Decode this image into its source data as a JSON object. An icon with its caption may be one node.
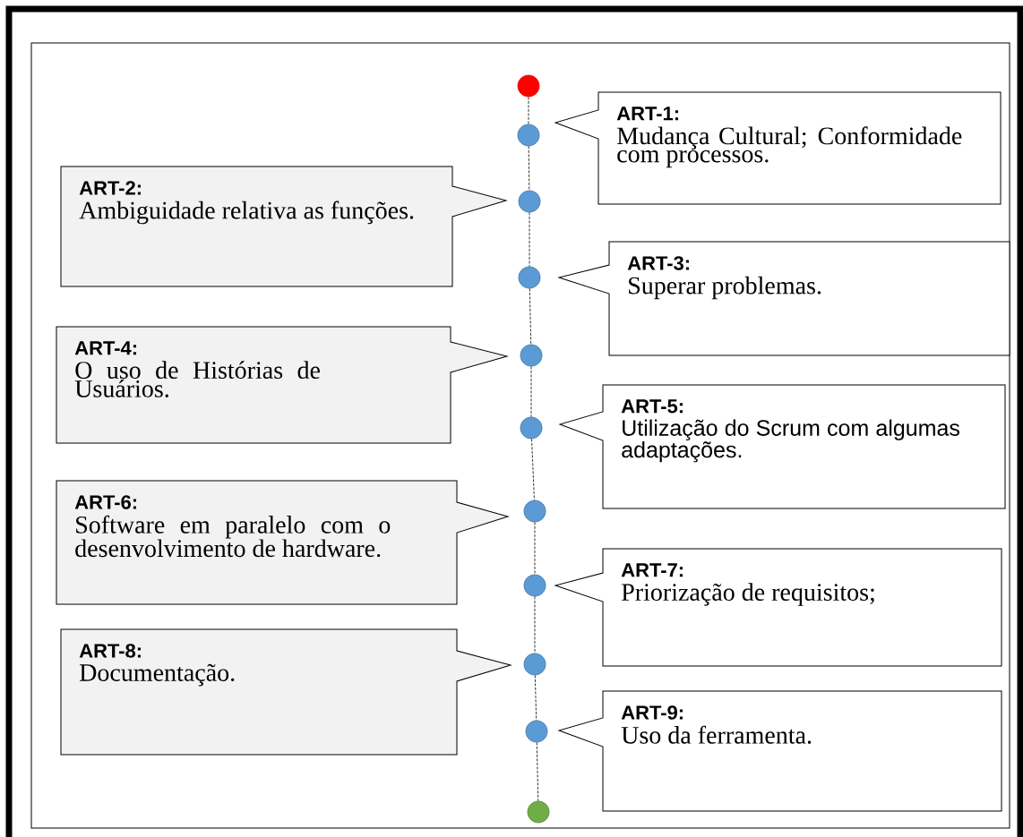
{
  "diagram": {
    "nodes": [
      {
        "text": [],
        "shape": "circle"
      },
      {
        "text": [],
        "shape": "circle"
      },
      {
        "text": [
          "ART-1:",
          "Mudança Cultural; Conformidade com processos."
        ]
      },
      {
        "text": [],
        "shape": "circle"
      },
      {
        "text": [
          "ART-2:",
          "Ambiguidade relativa as funções."
        ]
      },
      {
        "text": [],
        "shape": "circle"
      },
      {
        "text": [
          "ART-3:",
          "Superar problemas."
        ]
      },
      {
        "text": [],
        "shape": "circle"
      },
      {
        "text": [
          "ART-4:",
          "O uso de Histórias de Usuários."
        ]
      },
      {
        "text": [],
        "shape": "circle"
      },
      {
        "text": [
          "ART-5:",
          "Utilização do Scrum com algumas adaptações."
        ]
      },
      {
        "text": [],
        "shape": "circle"
      },
      {
        "text": [
          "ART-6:",
          "Software em paralelo com o desenvolvimento de hardware."
        ]
      },
      {
        "text": [],
        "shape": "circle"
      },
      {
        "text": [
          "ART-7:",
          "Priorização de requisitos;"
        ]
      },
      {
        "text": [],
        "shape": "circle"
      },
      {
        "text": [
          "ART-8:",
          "Documentação."
        ]
      },
      {
        "text": [],
        "shape": "circle"
      },
      {
        "text": [
          "ART-9:",
          "Uso da ferramenta."
        ]
      },
      {
        "text": [],
        "shape": "circle"
      }
    ],
    "edges": [
      {
        "from": 0,
        "to": 1,
        "arrow": "none",
        "style": "dashed"
      },
      {
        "from": 1,
        "to": 3,
        "arrow": "none",
        "style": "dashed"
      },
      {
        "from": 3,
        "to": 5,
        "arrow": "none",
        "style": "dashed"
      },
      {
        "from": 5,
        "to": 7,
        "arrow": "none",
        "style": "dashed"
      },
      {
        "from": 7,
        "to": 9,
        "arrow": "none",
        "style": "dashed"
      },
      {
        "from": 9,
        "to": 11,
        "arrow": "none",
        "style": "dashed"
      },
      {
        "from": 11,
        "to": 13,
        "arrow": "none",
        "style": "dashed"
      },
      {
        "from": 13,
        "to": 15,
        "arrow": "none",
        "style": "dashed"
      },
      {
        "from": 15,
        "to": 17,
        "arrow": "none",
        "style": "dashed"
      },
      {
        "from": 17,
        "to": 19,
        "arrow": "none",
        "style": "dashed"
      }
    ]
  }
}
